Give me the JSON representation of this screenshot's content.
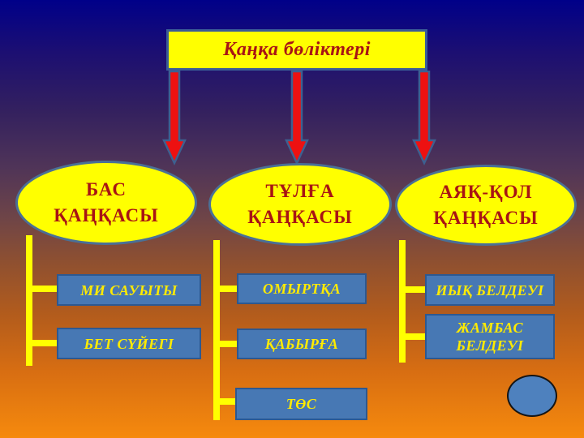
{
  "title": "Қаңқа бөліктері",
  "groups": [
    {
      "name_line1": "БАС",
      "name_line2": "ҚАҢҚАСЫ",
      "items": [
        "МИ САУЫТЫ",
        "БЕТ СҮЙЕГІ"
      ]
    },
    {
      "name_line1": "ТҰЛҒА",
      "name_line2": "ҚАҢҚАСЫ",
      "items": [
        "ОМЫРТҚА",
        "ҚАБЫРҒА",
        "ТӨС"
      ]
    },
    {
      "name_line1": "АЯҚ-ҚОЛ",
      "name_line2": "ҚАҢҚАСЫ",
      "items": [
        "ИЫҚ БЕЛДЕУІ",
        "ЖАМБАС БЕЛДЕУІ"
      ]
    }
  ],
  "colors": {
    "title_text": "#a81414",
    "title_border": "#3a5c96",
    "ellipse_fill": "#ffff00",
    "ellipse_border": "#4a7096",
    "box_fill": "#4778b4",
    "box_border": "#2d5890",
    "box_text": "#ffeb00",
    "connector": "#ffff00",
    "arrow_fill": "#ed1111",
    "arrow_stroke": "#3d6090",
    "circle_fill": "#4e81be",
    "bg_top": "#000089",
    "bg_bottom": "#f68a0d"
  }
}
